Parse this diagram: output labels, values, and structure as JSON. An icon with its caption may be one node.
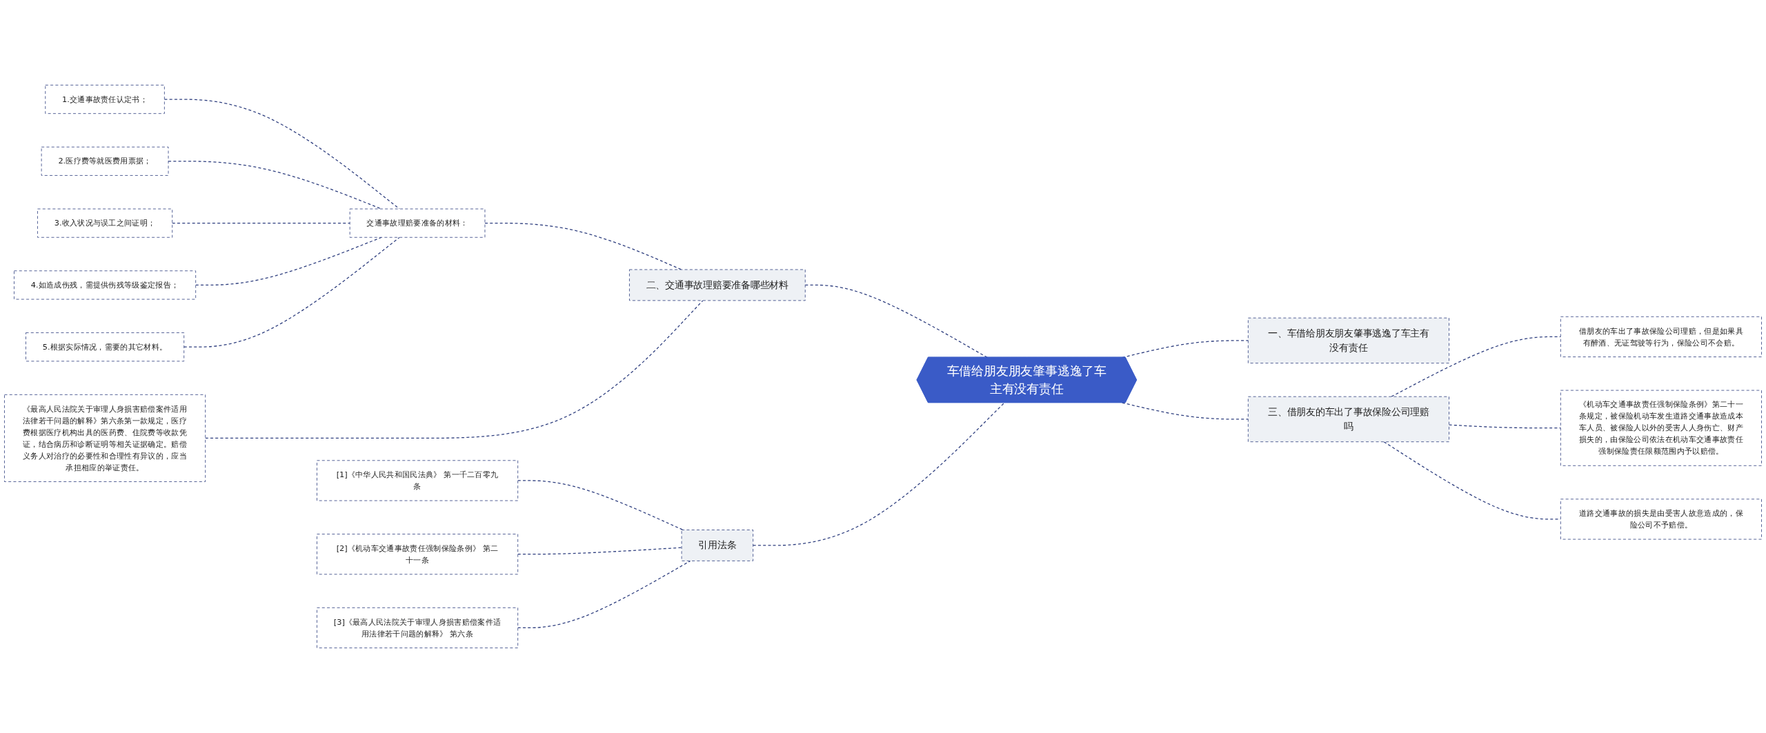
{
  "diagram": {
    "nodes": [
      {
        "text": [
          "车借给朋友朋友肇事逃逸了车主有没有责任"
        ]
      },
      {
        "text": [
          "二、交通事故理赔要准备哪些材料"
        ]
      },
      {
        "text": [
          "交通事故理赔要准备的材料："
        ]
      },
      {
        "text": [
          "1.交通事故责任认定书；"
        ]
      },
      {
        "text": [
          "2.医疗费等就医费用票据；"
        ]
      },
      {
        "text": [
          "3.收入状况与误工之间证明；"
        ]
      },
      {
        "text": [
          "4.如造成伤残，需提供伤残等级鉴定报告；"
        ]
      },
      {
        "text": [
          "5.根据实际情况，需要的其它材料。"
        ]
      },
      {
        "text": [
          "《最高人民法院关于审理人身损害赔偿案件适用法律若干问题的解释》第六条第一款规定，医疗费根据医疗机构出具的医药费、住院费等收款凭证，结合病历和诊断证明等相关证据确定。赔偿义务人对治疗的必要性和合理性有异议的，应当承担相应的举证责任。"
        ]
      },
      {
        "text": [
          "引用法条"
        ]
      },
      {
        "text": [
          "[1]《中华人民共和国民法典》 第一千二百零九条"
        ]
      },
      {
        "text": [
          "[2]《机动车交通事故责任强制保险条例》 第二十一条"
        ]
      },
      {
        "text": [
          "[3]《最高人民法院关于审理人身损害赔偿案件适用法律若干问题的解释》 第六条"
        ]
      },
      {
        "text": [
          "一、车借给朋友朋友肇事逃逸了车主有没有责任"
        ]
      },
      {
        "text": [
          "三、借朋友的车出了事故保险公司理赔吗"
        ]
      },
      {
        "text": [
          "借朋友的车出了事故保险公司理赔，但是如果具有醉酒、无证驾驶等行为，保险公司不会赔。"
        ]
      },
      {
        "text": [
          "《机动车交通事故责任强制保险条例》第二十一条规定，被保险机动车发生道路交通事故造成本车人员、被保险人以外的受害人人身伤亡、财产损失的，由保险公司依法在机动车交通事故责任强制保险责任限额范围内予以赔偿。"
        ]
      },
      {
        "text": [
          "道路交通事故的损失是由受害人故意造成的，保险公司不予赔偿。"
        ]
      }
    ],
    "edges": [
      {
        "from": 1,
        "to": 0,
        "arrow": "none",
        "style": "dashed"
      },
      {
        "from": 2,
        "to": 1,
        "arrow": "none",
        "style": "dashed"
      },
      {
        "from": 3,
        "to": 2,
        "arrow": "none",
        "style": "dashed"
      },
      {
        "from": 4,
        "to": 2,
        "arrow": "none",
        "style": "dashed"
      },
      {
        "from": 5,
        "to": 2,
        "arrow": "none",
        "style": "dashed"
      },
      {
        "from": 6,
        "to": 2,
        "arrow": "none",
        "style": "dashed"
      },
      {
        "from": 7,
        "to": 2,
        "arrow": "none",
        "style": "dashed"
      },
      {
        "from": 8,
        "to": 1,
        "arrow": "none",
        "style": "dashed"
      },
      {
        "from": 9,
        "to": 0,
        "arrow": "none",
        "style": "dashed"
      },
      {
        "from": 10,
        "to": 9,
        "arrow": "none",
        "style": "dashed"
      },
      {
        "from": 11,
        "to": 9,
        "arrow": "none",
        "style": "dashed"
      },
      {
        "from": 12,
        "to": 9,
        "arrow": "none",
        "style": "dashed"
      },
      {
        "from": 0,
        "to": 13,
        "arrow": "none",
        "style": "dashed"
      },
      {
        "from": 0,
        "to": 14,
        "arrow": "none",
        "style": "dashed"
      },
      {
        "from": 14,
        "to": 15,
        "arrow": "none",
        "style": "dashed"
      },
      {
        "from": 14,
        "to": 16,
        "arrow": "none",
        "style": "dashed"
      },
      {
        "from": 14,
        "to": 17,
        "arrow": "none",
        "style": "dashed"
      }
    ]
  }
}
